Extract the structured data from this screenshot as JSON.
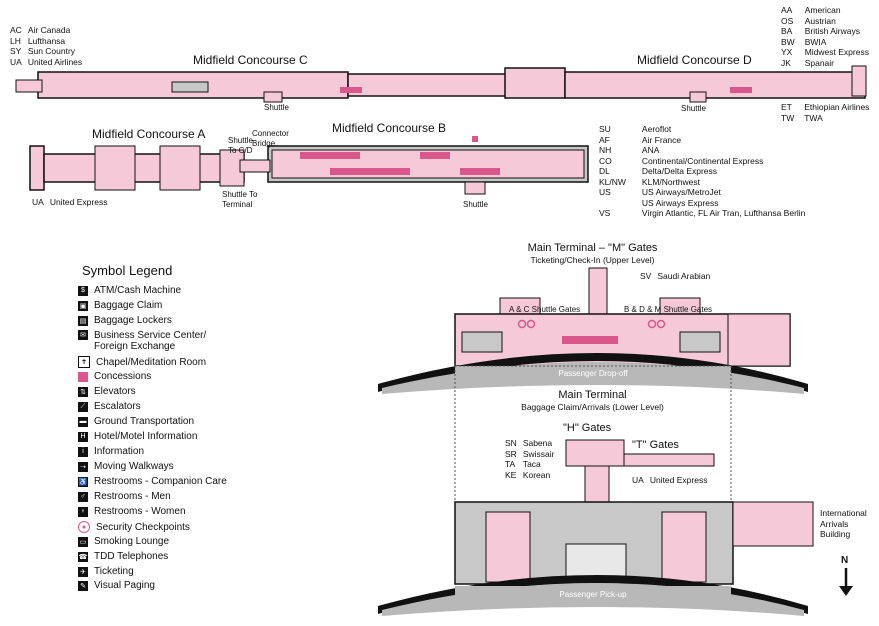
{
  "concourses": {
    "c": {
      "title": "Midfield Concourse C"
    },
    "d": {
      "title": "Midfield Concourse D"
    },
    "a": {
      "title": "Midfield Concourse A"
    },
    "b": {
      "title": "Midfield Concourse B"
    }
  },
  "labels": {
    "shuttle": "Shuttle",
    "shuttle_cd": "Shuttle To C/D",
    "connector_bridge": "Connector Bridge",
    "shuttle_terminal": "Shuttle To Terminal",
    "main_terminal_m": "Main Terminal – \"M\" Gates",
    "ticketing_upper": "Ticketing/Check-In (Upper Level)",
    "ac_shuttle_gates": "A & C Shuttle Gates",
    "bdm_shuttle_gates": "B & D & M Shuttle Gates",
    "drop_off": "Passenger Drop-off",
    "main_terminal": "Main Terminal",
    "baggage_lower": "Baggage Claim/Arrivals (Lower Level)",
    "h_gates": "\"H\" Gates",
    "t_gates": "\"T\" Gates",
    "pick_up": "Passenger Pick-up",
    "intl_arrivals": "International Arrivals Building",
    "north": "N"
  },
  "airlines": {
    "c_left": [
      {
        "code": "AC",
        "name": "Air Canada"
      },
      {
        "code": "LH",
        "name": "Lufthansa"
      },
      {
        "code": "SY",
        "name": "Sun Country"
      },
      {
        "code": "UA",
        "name": "United Airlines"
      }
    ],
    "d_top": [
      {
        "code": "AA",
        "name": "American"
      },
      {
        "code": "OS",
        "name": "Austrian"
      },
      {
        "code": "BA",
        "name": "British Airways"
      },
      {
        "code": "BW",
        "name": "BWIA"
      },
      {
        "code": "YX",
        "name": "Midwest Express"
      },
      {
        "code": "JK",
        "name": "Spanair"
      }
    ],
    "d_bottom": [
      {
        "code": "ET",
        "name": "Ethiopian Airlines"
      },
      {
        "code": "TW",
        "name": "TWA"
      }
    ],
    "a": [
      {
        "code": "UA",
        "name": "United Express"
      }
    ],
    "b": [
      {
        "code": "SU",
        "name": "Aeroflot"
      },
      {
        "code": "AF",
        "name": "Air France"
      },
      {
        "code": "NH",
        "name": "ANA"
      },
      {
        "code": "CO",
        "name": "Continental/Continental Express"
      },
      {
        "code": "DL",
        "name": "Delta/Delta Express"
      },
      {
        "code": "KL/NW",
        "name": "KLM/Northwest"
      },
      {
        "code": "US",
        "name": "US Airways/MetroJet"
      },
      {
        "code": "",
        "name": "US Airways Express"
      },
      {
        "code": "VS",
        "name": "Virgin Atlantic,  FL  Air Tran, Lufthansa Berlin"
      }
    ],
    "m": [
      {
        "code": "SV",
        "name": "Saudi Arabian"
      }
    ],
    "h": [
      {
        "code": "SN",
        "name": "Sabena"
      },
      {
        "code": "SR",
        "name": "Swissair"
      },
      {
        "code": "TA",
        "name": "Taca"
      },
      {
        "code": "KE",
        "name": "Korean"
      }
    ],
    "t": [
      {
        "code": "UA",
        "name": "United Express"
      }
    ]
  },
  "legend": {
    "title": "Symbol Legend",
    "items": [
      {
        "label": "ATM/Cash Machine",
        "icon": "atm-icon"
      },
      {
        "label": "Baggage Claim",
        "icon": "baggage-claim-icon"
      },
      {
        "label": "Baggage Lockers",
        "icon": "baggage-lockers-icon"
      },
      {
        "label": "Business Service Center/\nForeign Exchange",
        "icon": "business-center-icon"
      },
      {
        "label": "Chapel/Meditation Room",
        "icon": "chapel-icon"
      },
      {
        "label": "Concessions",
        "icon": "concessions-icon"
      },
      {
        "label": "Elevators",
        "icon": "elevator-icon"
      },
      {
        "label": "Escalators",
        "icon": "escalator-icon"
      },
      {
        "label": "Ground Transportation",
        "icon": "ground-transportation-icon"
      },
      {
        "label": "Hotel/Motel Information",
        "icon": "hotel-info-icon"
      },
      {
        "label": "Information",
        "icon": "information-icon"
      },
      {
        "label": "Moving Walkways",
        "icon": "moving-walkway-icon"
      },
      {
        "label": "Restrooms - Companion Care",
        "icon": "restroom-companion-icon"
      },
      {
        "label": "Restrooms - Men",
        "icon": "restroom-men-icon"
      },
      {
        "label": "Restrooms - Women",
        "icon": "restroom-women-icon"
      },
      {
        "label": "Security Checkpoints",
        "icon": "security-checkpoint-icon"
      },
      {
        "label": "Smoking Lounge",
        "icon": "smoking-lounge-icon"
      },
      {
        "label": "TDD Telephones",
        "icon": "tdd-telephone-icon"
      },
      {
        "label": "Ticketing",
        "icon": "ticketing-icon"
      },
      {
        "label": "Visual Paging",
        "icon": "visual-paging-icon"
      }
    ]
  },
  "colors": {
    "concourse_fill": "#f6c9d8",
    "concession": "#d9578a",
    "gray_fill": "#c8c8c8",
    "outline": "#111111",
    "road": "#b8b8b8"
  }
}
